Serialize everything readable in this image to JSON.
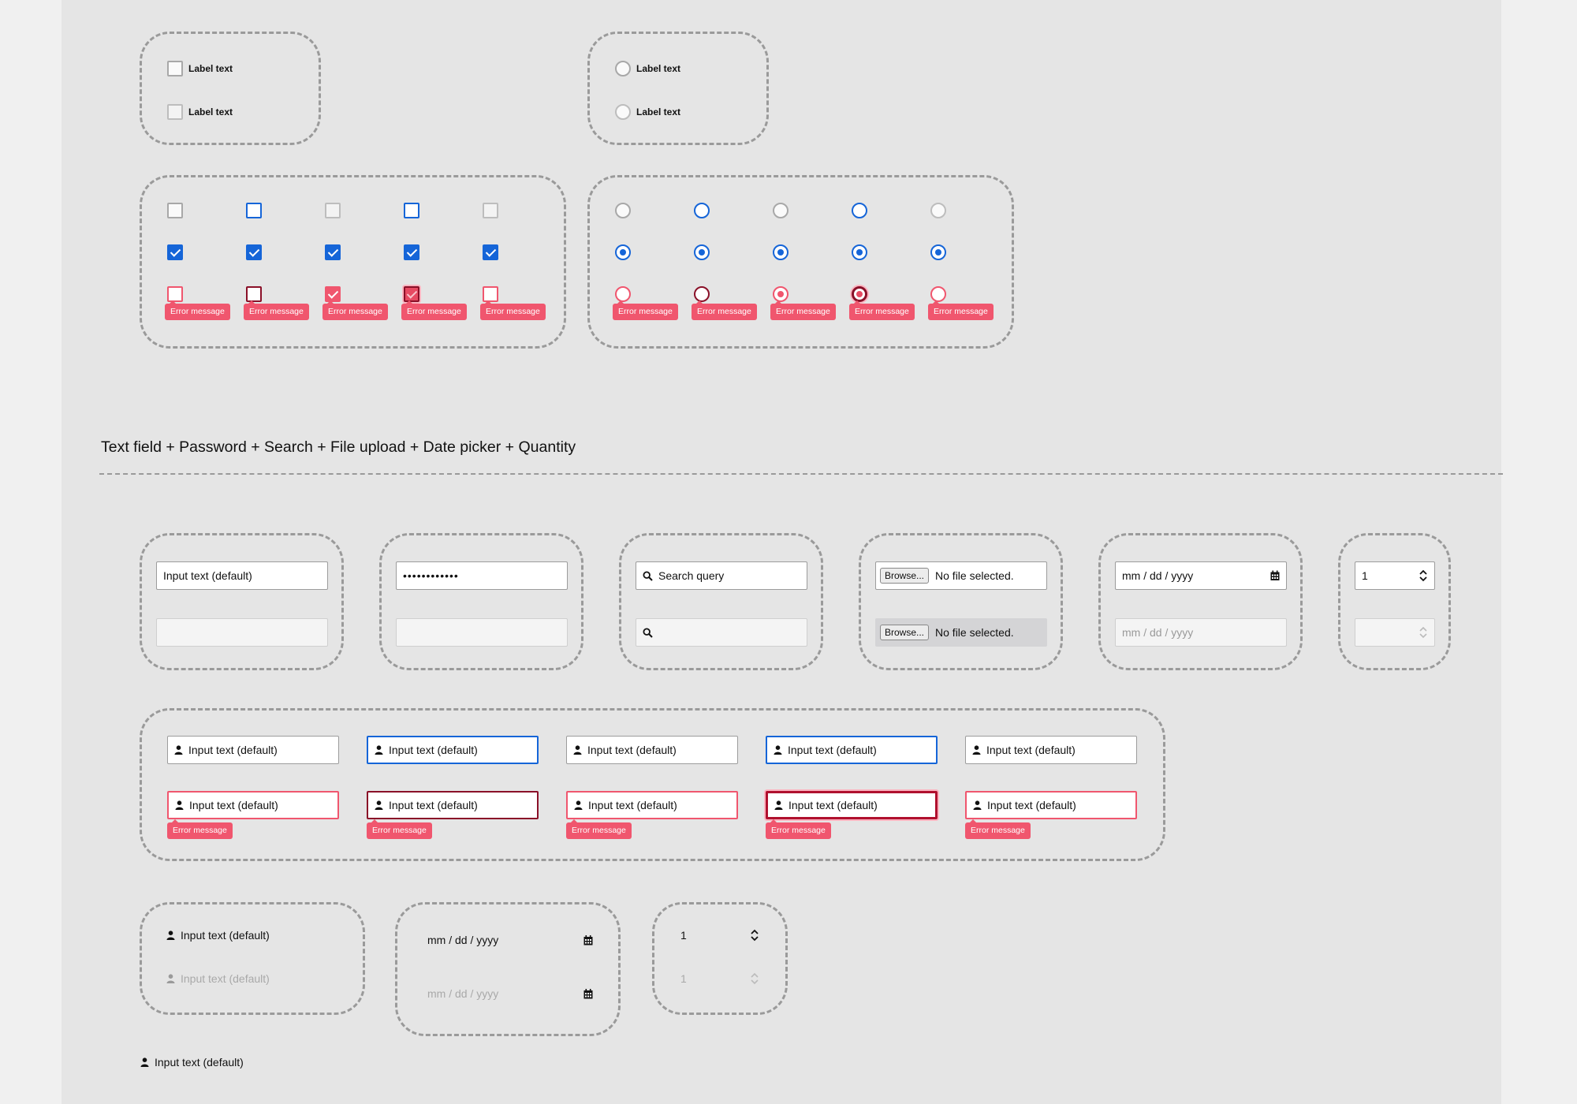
{
  "choice_labels": {
    "label_1": "Label text",
    "label_2": "Label text"
  },
  "error_message": "Error message",
  "section_title": "Text field + Password + Search + File upload + Date picker + Quantity",
  "text_field": {
    "value": "Input text (default)"
  },
  "password": {
    "masked_value": "••••••••••••"
  },
  "search": {
    "value": "Search query"
  },
  "file_upload": {
    "button_label": "Browse...",
    "status": "No file selected."
  },
  "date_picker": {
    "placeholder": "mm / dd / yyyy"
  },
  "quantity": {
    "value": "1"
  },
  "icon_field": {
    "value": "Input text (default)"
  },
  "colors": {
    "canvas": "#e5e5e5",
    "primary": "#1565d8",
    "error": "#f0566e",
    "error_dark": "#8a1028"
  }
}
